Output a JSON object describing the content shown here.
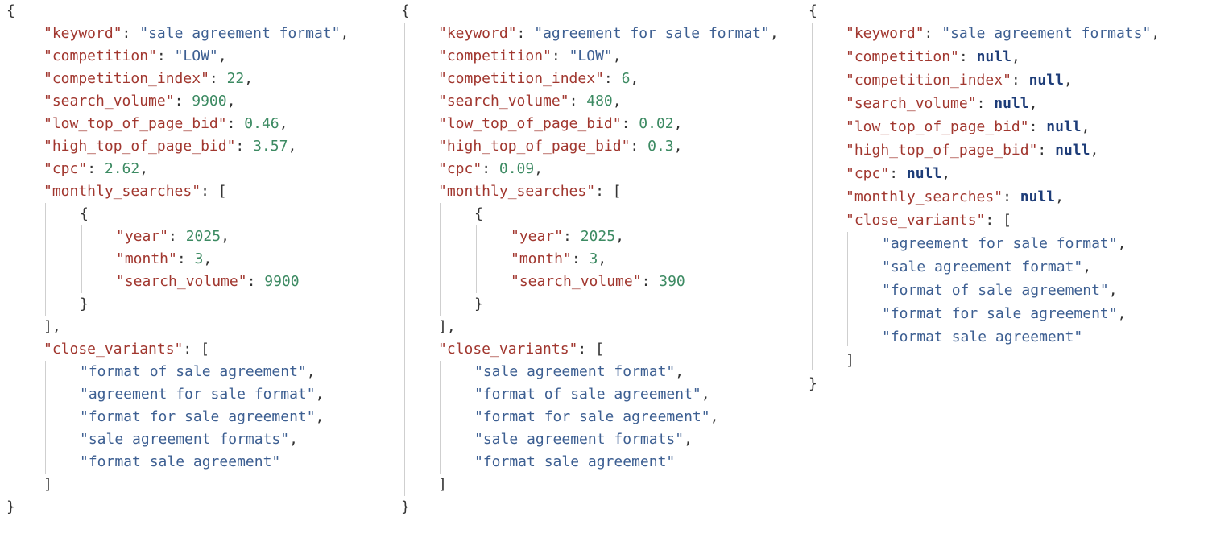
{
  "panels": [
    {
      "keyword": "\"sale agreement format\"",
      "competition": "\"LOW\"",
      "competition_index": "22",
      "search_volume": "9900",
      "low_top_of_page_bid": "0.46",
      "high_top_of_page_bid": "3.57",
      "cpc": "2.62",
      "monthly_searches": {
        "year": "2025",
        "month": "3",
        "search_volume": "9900"
      },
      "close_variants": [
        "\"format of sale agreement\"",
        "\"agreement for sale format\"",
        "\"format for sale agreement\"",
        "\"sale agreement formats\"",
        "\"format sale agreement\""
      ]
    },
    {
      "keyword": "\"agreement for sale format\"",
      "competition": "\"LOW\"",
      "competition_index": "6",
      "search_volume": "480",
      "low_top_of_page_bid": "0.02",
      "high_top_of_page_bid": "0.3",
      "cpc": "0.09",
      "monthly_searches": {
        "year": "2025",
        "month": "3",
        "search_volume": "390"
      },
      "close_variants": [
        "\"sale agreement format\"",
        "\"format of sale agreement\"",
        "\"format for sale agreement\"",
        "\"sale agreement formats\"",
        "\"format sale agreement\""
      ]
    },
    {
      "keyword": "\"sale agreement formats\"",
      "competition": "null",
      "competition_index": "null",
      "search_volume": "null",
      "low_top_of_page_bid": "null",
      "high_top_of_page_bid": "null",
      "cpc": "null",
      "monthly_searches": "null",
      "close_variants": [
        "\"agreement for sale format\"",
        "\"sale agreement format\"",
        "\"format of sale agreement\"",
        "\"format for sale agreement\"",
        "\"format sale agreement\""
      ]
    }
  ]
}
